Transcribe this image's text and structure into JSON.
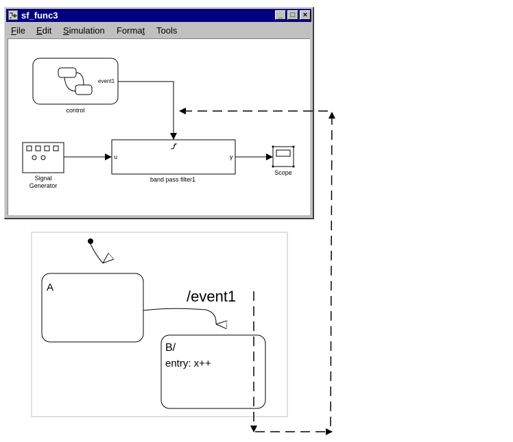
{
  "window": {
    "title": "sf_func3",
    "icon": "simulink-model-icon",
    "buttons": {
      "minimize": "_",
      "maximize": "□",
      "close": "×"
    }
  },
  "menubar": {
    "items": [
      {
        "label": "File",
        "mnemonic": "F"
      },
      {
        "label": "Edit",
        "mnemonic": "E"
      },
      {
        "label": "Simulation",
        "mnemonic": "S"
      },
      {
        "label": "Format",
        "mnemonic": "t"
      },
      {
        "label": "Tools",
        "mnemonic": ""
      }
    ]
  },
  "model": {
    "blocks": {
      "control": {
        "label": "control",
        "port_out": "event1"
      },
      "signal_generator": {
        "label_line1": "Signal",
        "label_line2": "Generator"
      },
      "filter": {
        "label": "band pass filter1",
        "port_in": "u",
        "port_out": "y",
        "trigger_icon": "rising-edge-trigger"
      },
      "scope": {
        "label": "Scope"
      }
    }
  },
  "stateflow": {
    "states": {
      "A": {
        "name": "A"
      },
      "B": {
        "name": "B/",
        "action": "entry: x++"
      }
    },
    "transition_label": "/event1"
  }
}
